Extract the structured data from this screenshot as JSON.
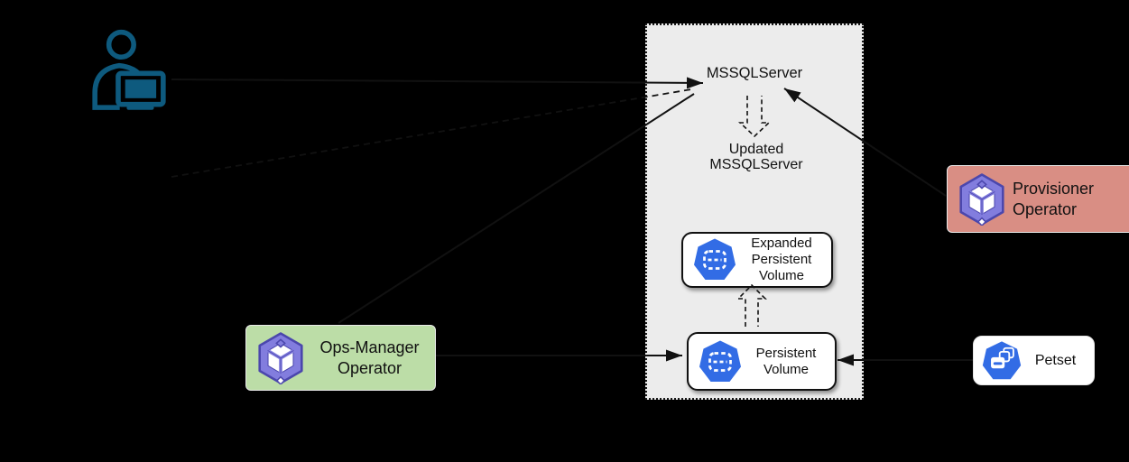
{
  "panel": {
    "mssql_label": "MSSQLServer",
    "updated_mssql_label": "Updated MSSQLServer",
    "expanded_pv_label": "Expanded Persistent Volume",
    "pv_label": "Persistent Volume"
  },
  "operators": {
    "ops_manager_label": "Ops-Manager Operator",
    "provisioner_label": "Provisioner Operator"
  },
  "petset": {
    "label": "Petset"
  },
  "icons": {
    "admin": "admin-user-with-computer-icon",
    "operator_cube": "operator-cube-icon",
    "persistent_volume": "k8s-persistent-volume-icon",
    "petset": "k8s-petset-icon"
  },
  "colors": {
    "background": "#000000",
    "panel_bg": "#ECECEC",
    "kubernetes_blue": "#326CE5",
    "operator_cube_purple": "#827DDE",
    "operator_cube_outline": "#4B47AD",
    "ops_manager_bg": "#BCDDA7",
    "provisioner_bg": "#D98E84",
    "admin_icon_blue": "#0E5A7E",
    "arrow_color": "#111111"
  }
}
